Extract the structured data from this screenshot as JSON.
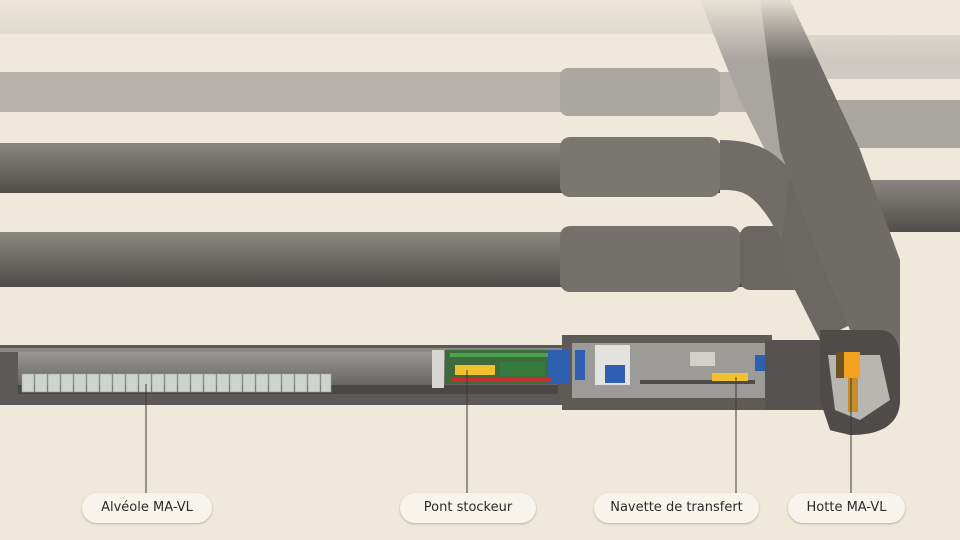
{
  "labels": {
    "alveole": "Alvéole MA-VL",
    "pont": "Pont stockeur",
    "navette": "Navette de transfert",
    "hotte": "Hotte MA-VL"
  },
  "colors": {
    "background": "#efe9dc",
    "tunnel": "#6e6b67",
    "label_bg": "#f7f4ec",
    "equipment_yellow": "#f2c12e",
    "equipment_green": "#3f9a48",
    "equipment_blue": "#2f5fb0",
    "package_grey": "#cfd3cd"
  },
  "icons": {
    "callout_line": "thin vertical leader line"
  }
}
